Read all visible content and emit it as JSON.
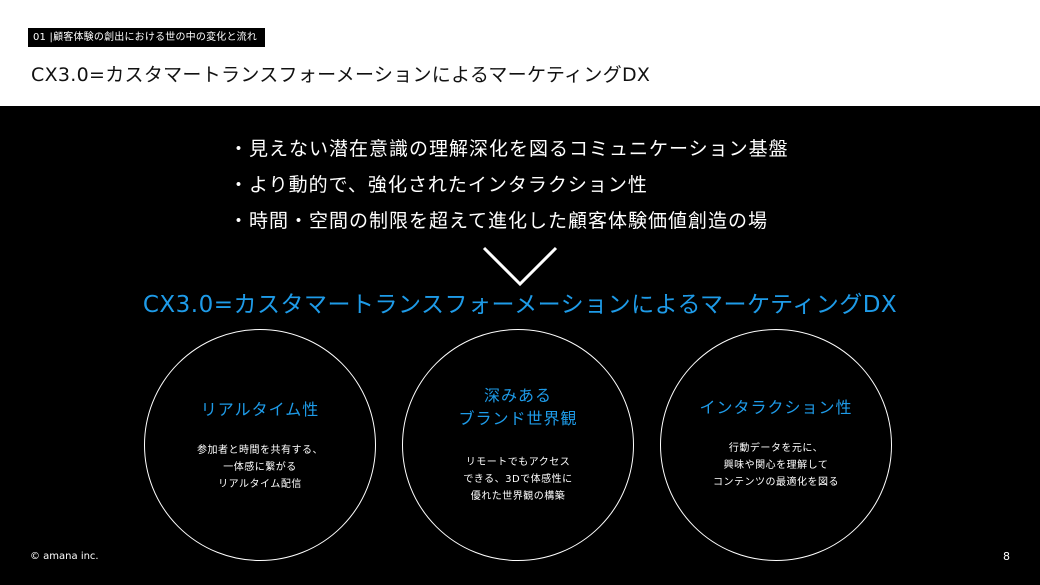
{
  "header": {
    "section_tag": "01 |顧客体験の創出における世の中の変化と流れ",
    "title": "CX3.0=カスタマートランスフォーメーションによるマーケティングDX"
  },
  "bullets": [
    "・見えない潜在意識の理解深化を図るコミュニケーション基盤",
    "・より動的で、強化されたインタラクション性",
    "・時間・空間の制限を超えて進化した顧客体験価値創造の場"
  ],
  "headline": "CX3.0=カスタマートランスフォーメーションによるマーケティングDX",
  "circles": [
    {
      "title": [
        "リアルタイム性"
      ],
      "description": [
        "参加者と時間を共有する、",
        "一体感に繋がる",
        "リアルタイム配信"
      ]
    },
    {
      "title": [
        "深みある",
        "ブランド世界観"
      ],
      "description": [
        "リモートでもアクセス",
        "できる、3Dで体感性に",
        "優れた世界観の構築"
      ]
    },
    {
      "title": [
        "インタラクション性"
      ],
      "description": [
        "行動データを元に、",
        "興味や関心を理解して",
        "コンテンツの最適化を図る"
      ]
    }
  ],
  "footer": {
    "copyright": "© amana inc.",
    "page_number": "8"
  },
  "colors": {
    "accent": "#1e9be8",
    "background": "#000000",
    "header_background": "#ffffff"
  },
  "icons": {
    "transition": "chevron-down-icon"
  }
}
